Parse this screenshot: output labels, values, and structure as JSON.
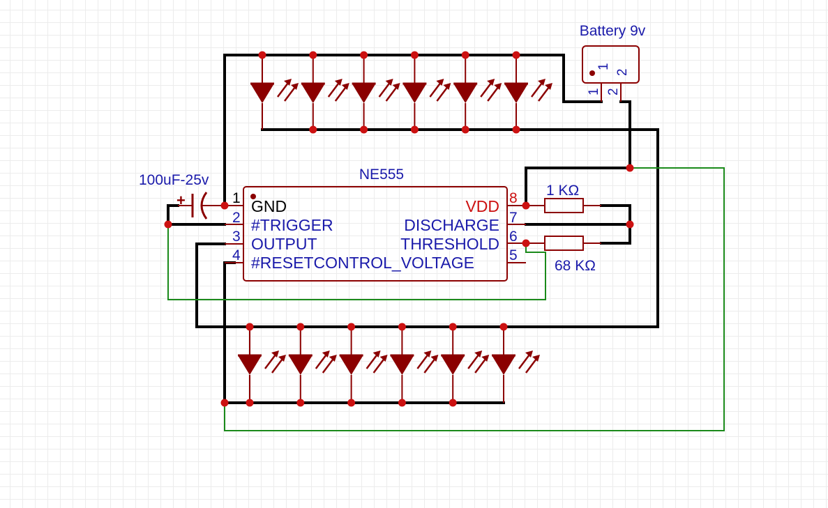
{
  "colors": {
    "wire": "#000000",
    "net": "#1a8a1a",
    "component": "#8b0000",
    "junction": "#cc1111",
    "label": "#1a1aaa",
    "power": "#cc1111",
    "text": "#000000"
  },
  "battery": {
    "name": "Battery 9v",
    "pin1": "1",
    "pin2": "2"
  },
  "capacitor": {
    "name": "100uF-25v",
    "polarity": "+"
  },
  "ic": {
    "name": "NE555",
    "left_pins": [
      {
        "num": "1",
        "name": "GND"
      },
      {
        "num": "2",
        "name": "#TRIGGER"
      },
      {
        "num": "3",
        "name": "OUTPUT"
      },
      {
        "num": "4",
        "name": "#RESETCONTROL_VOLTAGE"
      }
    ],
    "right_pins": [
      {
        "num": "8",
        "name": "VDD"
      },
      {
        "num": "7",
        "name": "DISCHARGE"
      },
      {
        "num": "6",
        "name": "THRESHOLD"
      },
      {
        "num": "5",
        "name": ""
      }
    ]
  },
  "resistors": [
    {
      "label": "1 KΩ"
    },
    {
      "label": "68 KΩ"
    }
  ],
  "led_banks": [
    {
      "name": "top",
      "count": 6
    },
    {
      "name": "bottom",
      "count": 6
    }
  ]
}
